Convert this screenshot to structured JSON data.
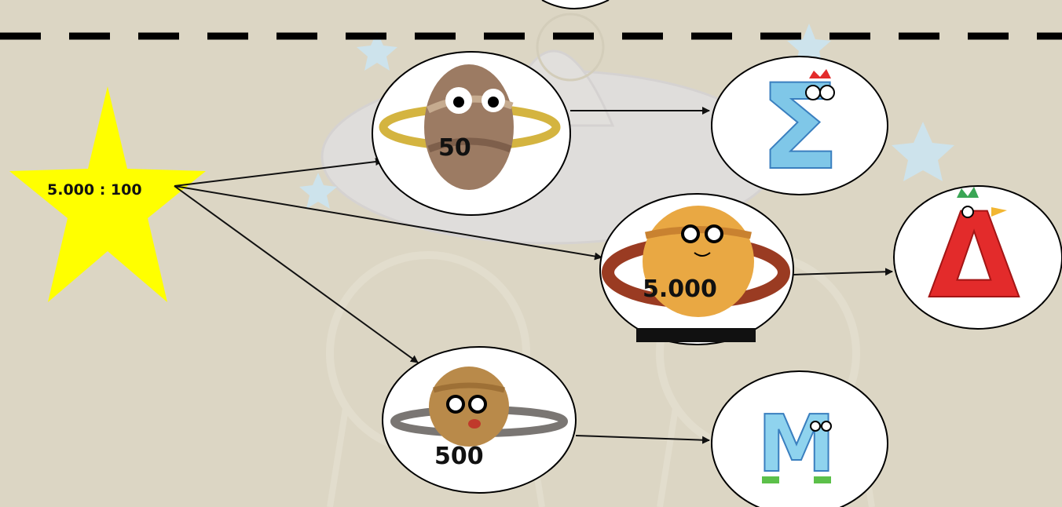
{
  "problem": {
    "expression": "5.000 : 100"
  },
  "answers": [
    {
      "value": "50",
      "letter": "Σ"
    },
    {
      "value": "5.000",
      "letter": "Δ"
    },
    {
      "value": "500",
      "letter": "Μ"
    }
  ],
  "colors": {
    "background": "#dcd6c4",
    "star": "#ffff00",
    "arrow": "#111111",
    "letter_sigma": "#7fc7e8",
    "letter_delta": "#e32b2b",
    "letter_mu": "#8fd3ee"
  }
}
